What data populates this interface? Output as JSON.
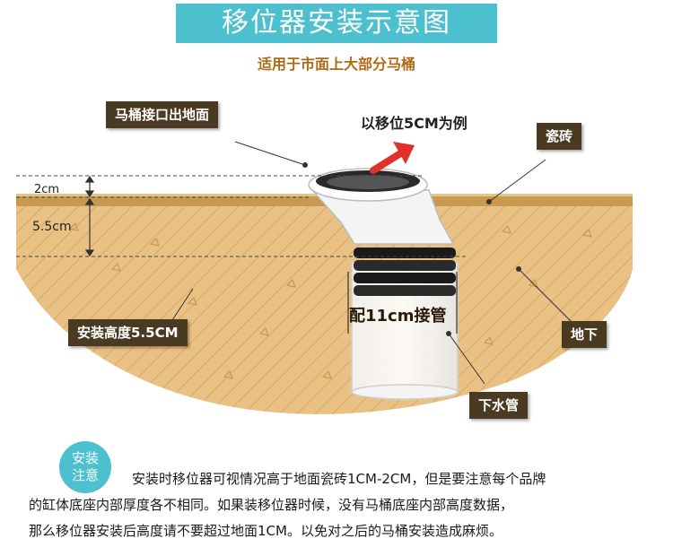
{
  "title": "移位器安装示意图",
  "subtitle": "适用于市面上大部分马桶",
  "labels": {
    "toilet_interface": "马桶接口出地面",
    "example_shift": "以移位5CM为例",
    "tile": "瓷砖",
    "dim_2cm": "2cm",
    "dim_55cm": "5.5cm",
    "pipe_fit": "配11cm接管",
    "install_height": "安装高度5.5CM",
    "underground": "地下",
    "drain_pipe": "下水管"
  },
  "notice": {
    "badge_line1": "安装",
    "badge_line2": "注意",
    "line1": "安装时移位器可视情况高于地面瓷砖1CM-2CM，但是要注意每个品牌",
    "line2": "的缸体底座内部厚度各不相同。如果装移位器时候，没有马桶底座内部高度数据，",
    "line3": "那么移位器安装后高度请不要超过地面1CM。以免对之后的马桶安装造成麻烦。"
  },
  "colors": {
    "accent": "#4cc0cf",
    "tag_bg": "#4a3a22",
    "subtitle": "#b06a14",
    "ground": "#e9c184",
    "tile": "#c79a4f",
    "arrow": "#e0302a"
  }
}
